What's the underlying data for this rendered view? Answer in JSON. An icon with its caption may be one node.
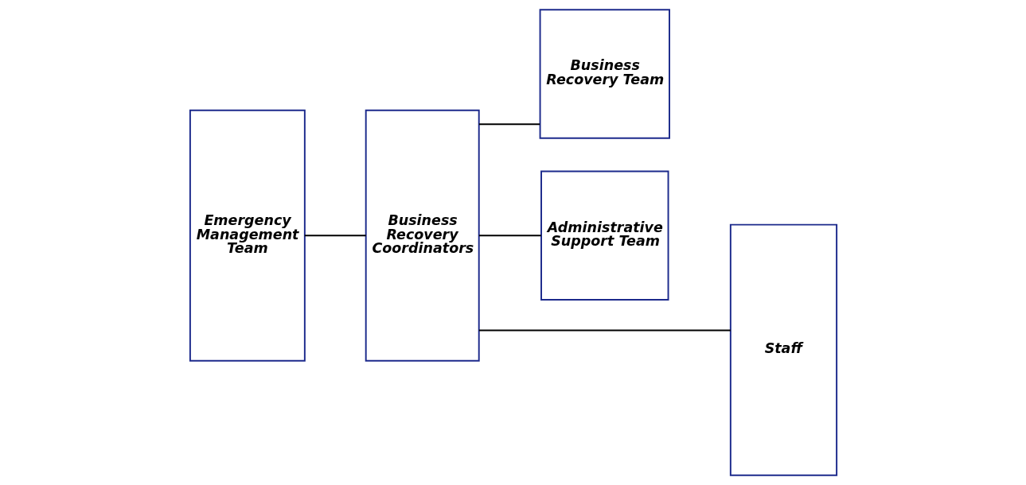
{
  "diagram": {
    "nodes": [
      {
        "text": [
          "Emergency Management Team"
        ]
      },
      {
        "text": [
          "Business Recovery Coordinators"
        ]
      },
      {
        "text": [
          "Business Recovery Team"
        ]
      },
      {
        "text": [
          "Administrative Support Team"
        ]
      },
      {
        "text": [
          "Staff"
        ]
      }
    ],
    "edges": [
      {
        "from": 0,
        "to": 1,
        "arrow": "none"
      },
      {
        "from": 1,
        "to": 2,
        "arrow": "none"
      },
      {
        "from": 1,
        "to": 3,
        "arrow": "none"
      },
      {
        "from": 1,
        "to": 4,
        "arrow": "none"
      }
    ]
  }
}
